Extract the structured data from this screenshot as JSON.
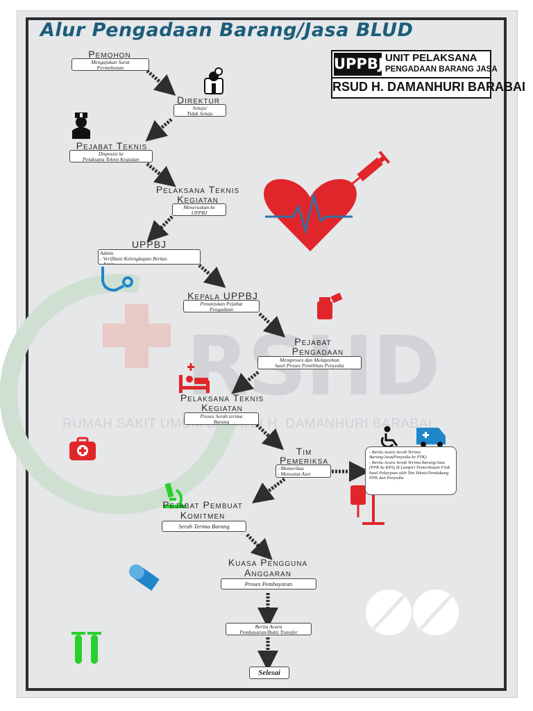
{
  "title": "Alur Pengadaan Barang/Jasa BLUD",
  "badge": {
    "code": "UPPBJ",
    "unit_line1": "UNIT PELAKSANA",
    "unit_line2": "PENGADAAN BARANG JASA",
    "hospital": "RSUD H. DAMANHURI BARABAI"
  },
  "watermark": {
    "logo_text": "RSHD",
    "hospital_name": "RUMAH SAKIT UMUM DAERAH  H. DAMANHURI BARABAI"
  },
  "stages": {
    "pemohon": {
      "title": "Pemohon",
      "note": "Mengajukan Surat\nPermohonan"
    },
    "direktur": {
      "title": "Direktur",
      "note": "Setuju/\nTidak Setuju"
    },
    "pejabat_teknis": {
      "title": "Pejabat Teknis",
      "note": "Disposisi ke\nPelaksana Teknis Kegiatan"
    },
    "ptk1": {
      "title_1": "Pelaksana Teknis",
      "title_2": "Kegiatan",
      "note": "Meneruskan ke\nUPPBJ"
    },
    "uppbj": {
      "title": "UPPBJ",
      "note": "Admin\n- Verifikasi Kelengkapan Berkas\n- Arsip"
    },
    "kepala_uppbj": {
      "title": "Kepala UPPBJ",
      "note": "Penunjukan Pejabat\nPengadaan"
    },
    "pejabat_pengadaan": {
      "title_1": "Pejabat",
      "title_2": "Pengadaan",
      "note": "Memproses dan Melaporkan\nhasil Proses Pemilihan Penyedia"
    },
    "ptk2": {
      "title_1": "Pelaksana Teknis",
      "title_2": "Kegiatan",
      "note": "Proses Serah terima\nBarang"
    },
    "tim_pemeriksa": {
      "title_1": "Tim",
      "title_2": "Pemeriksa",
      "note": "- Memeriksa\n- Mencatat Aset"
    },
    "ppk": {
      "title_1": "Pejabat Pembuat",
      "title_2": "Komitmen",
      "note": "Serah Terima Barang"
    },
    "kpa": {
      "title_1": "Kuasa Pengguna",
      "title_2": "Anggaran",
      "note": "Proses Pembayaran"
    },
    "berita_acara": {
      "note": "Berita Acara\nPembayaran/Bukti Transfer"
    },
    "selesai": {
      "note": "Selesai"
    }
  },
  "side_note": {
    "items": [
      "- Berita Acara Serah Terima Barang/Jasa(Penyedia ke PTK)",
      "- Berita Acara Serah Terima Barang/Jasa (PPK ke KPA) di Lampiri Pemeriksaan Fisik hasil Pekerjaan oleh Tim Teknis/Pendukung PPK dan Penyedia"
    ]
  },
  "colors": {
    "title": "#1c5d7a",
    "accent_red": "#e0262b",
    "accent_blue": "#1f86c9",
    "accent_green": "#27d12b",
    "arrow": "#2e2e2e",
    "background": "#e6e7e9",
    "watermark_green": "#cfe0d3"
  },
  "icons": [
    "doctor-icon",
    "nurse-icon",
    "heartbeat-icon",
    "syringe-icon",
    "stethoscope-icon",
    "medicine-bottle-icon",
    "hospital-bed-icon",
    "first-aid-kit-icon",
    "wheelchair-icon",
    "ambulance-icon",
    "microscope-icon",
    "iv-drip-icon",
    "capsule-icon",
    "test-tubes-icon",
    "pill-icon"
  ]
}
